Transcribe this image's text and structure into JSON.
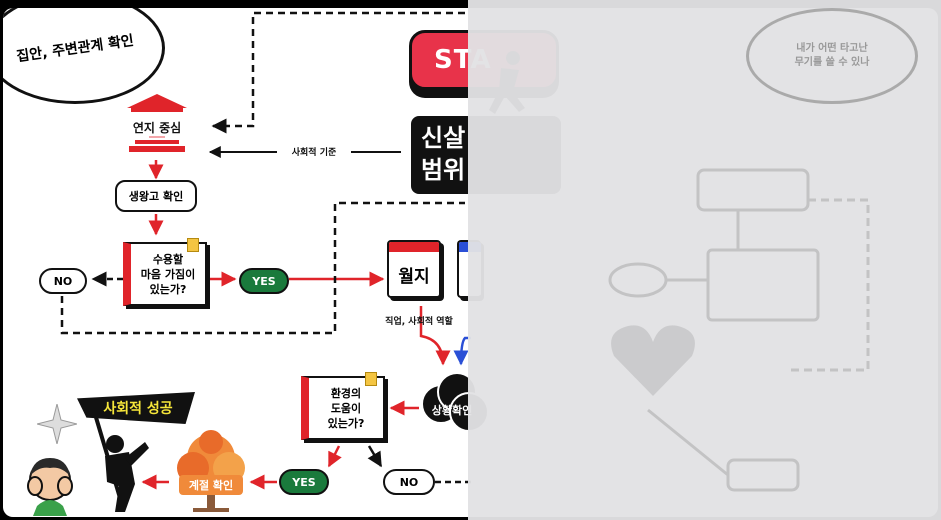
{
  "bubbles": {
    "left": "집안, 주변관계 확인",
    "right": "내가 어떤 타고난\n무기를 쓸 수 있나"
  },
  "start": {
    "label": "STA"
  },
  "scope": {
    "line1": "신살",
    "line2": "범위"
  },
  "nodes": {
    "yeonji": "연지 중심",
    "saenghwang": "생왕고 확인",
    "q_accept": "수용할\n마음 가짐이\n있는가?",
    "no_left": "NO",
    "yes_mid": "YES",
    "wolji": "월지",
    "q_env": "환경의\n도움이\n있는가?",
    "sanghwang": "상황확인",
    "yes_bottom": "YES",
    "no_bottom": "NO",
    "season": "계절 확인",
    "success": "사회적 성공"
  },
  "edges": {
    "social_standard": "사회적 기준",
    "job_role": "직업, 사회적 역할"
  },
  "colors": {
    "accent_red": "#e0242a",
    "yes_green": "#1a7a3c",
    "start_red": "#e8334a",
    "gold": "#f4c542",
    "flag_text": "#f6e63a",
    "link_blue": "#2a4fd6"
  }
}
